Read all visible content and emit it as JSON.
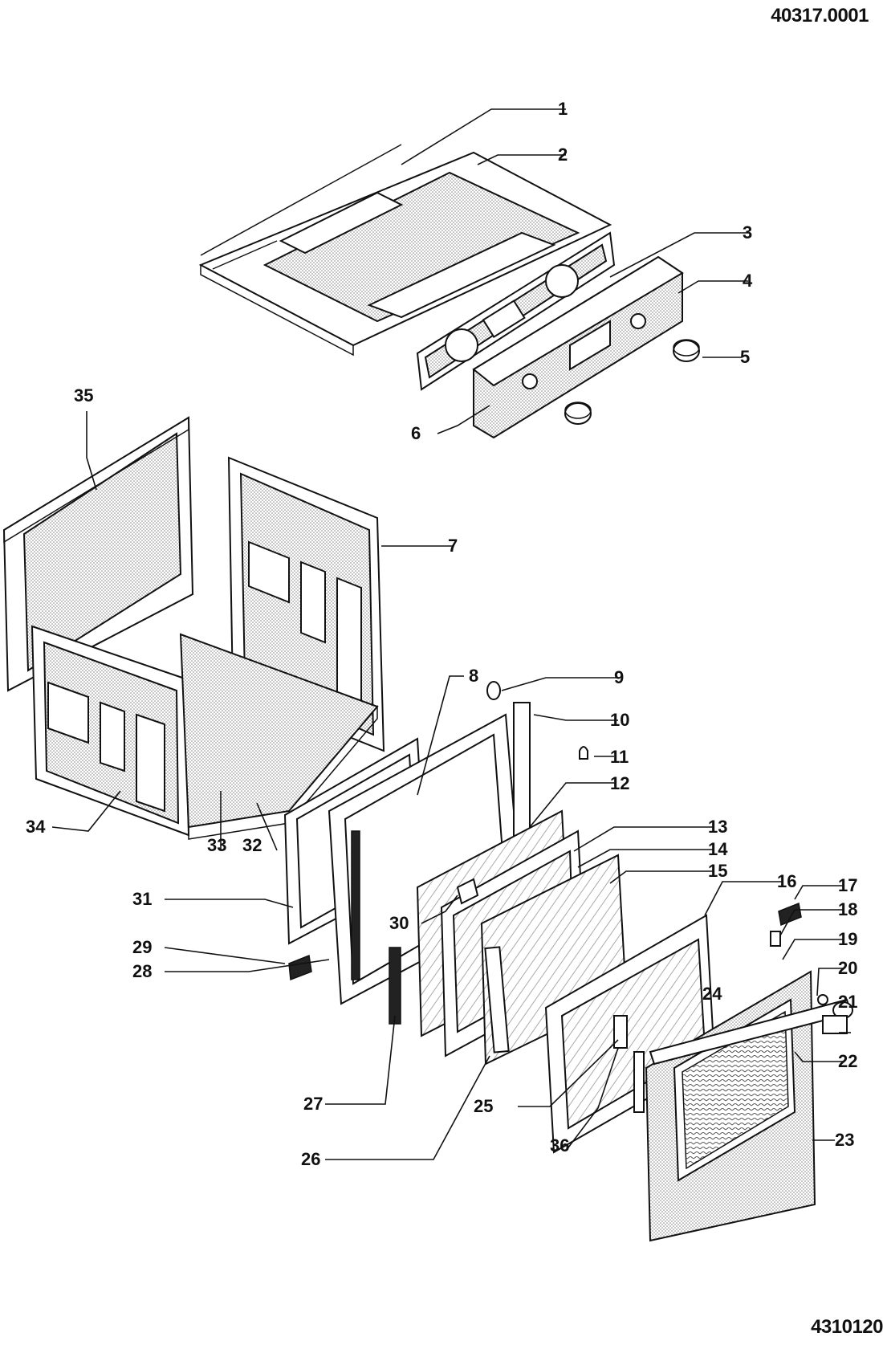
{
  "drawing_codes": {
    "top_right": "40317.0001",
    "bottom_right": "4310120"
  },
  "callouts": [
    "1",
    "2",
    "3",
    "4",
    "5",
    "6",
    "7",
    "8",
    "9",
    "10",
    "11",
    "12",
    "13",
    "14",
    "15",
    "16",
    "17",
    "18",
    "19",
    "20",
    "21",
    "22",
    "23",
    "24",
    "25",
    "26",
    "27",
    "28",
    "29",
    "30",
    "31",
    "32",
    "33",
    "34",
    "35",
    "36"
  ]
}
